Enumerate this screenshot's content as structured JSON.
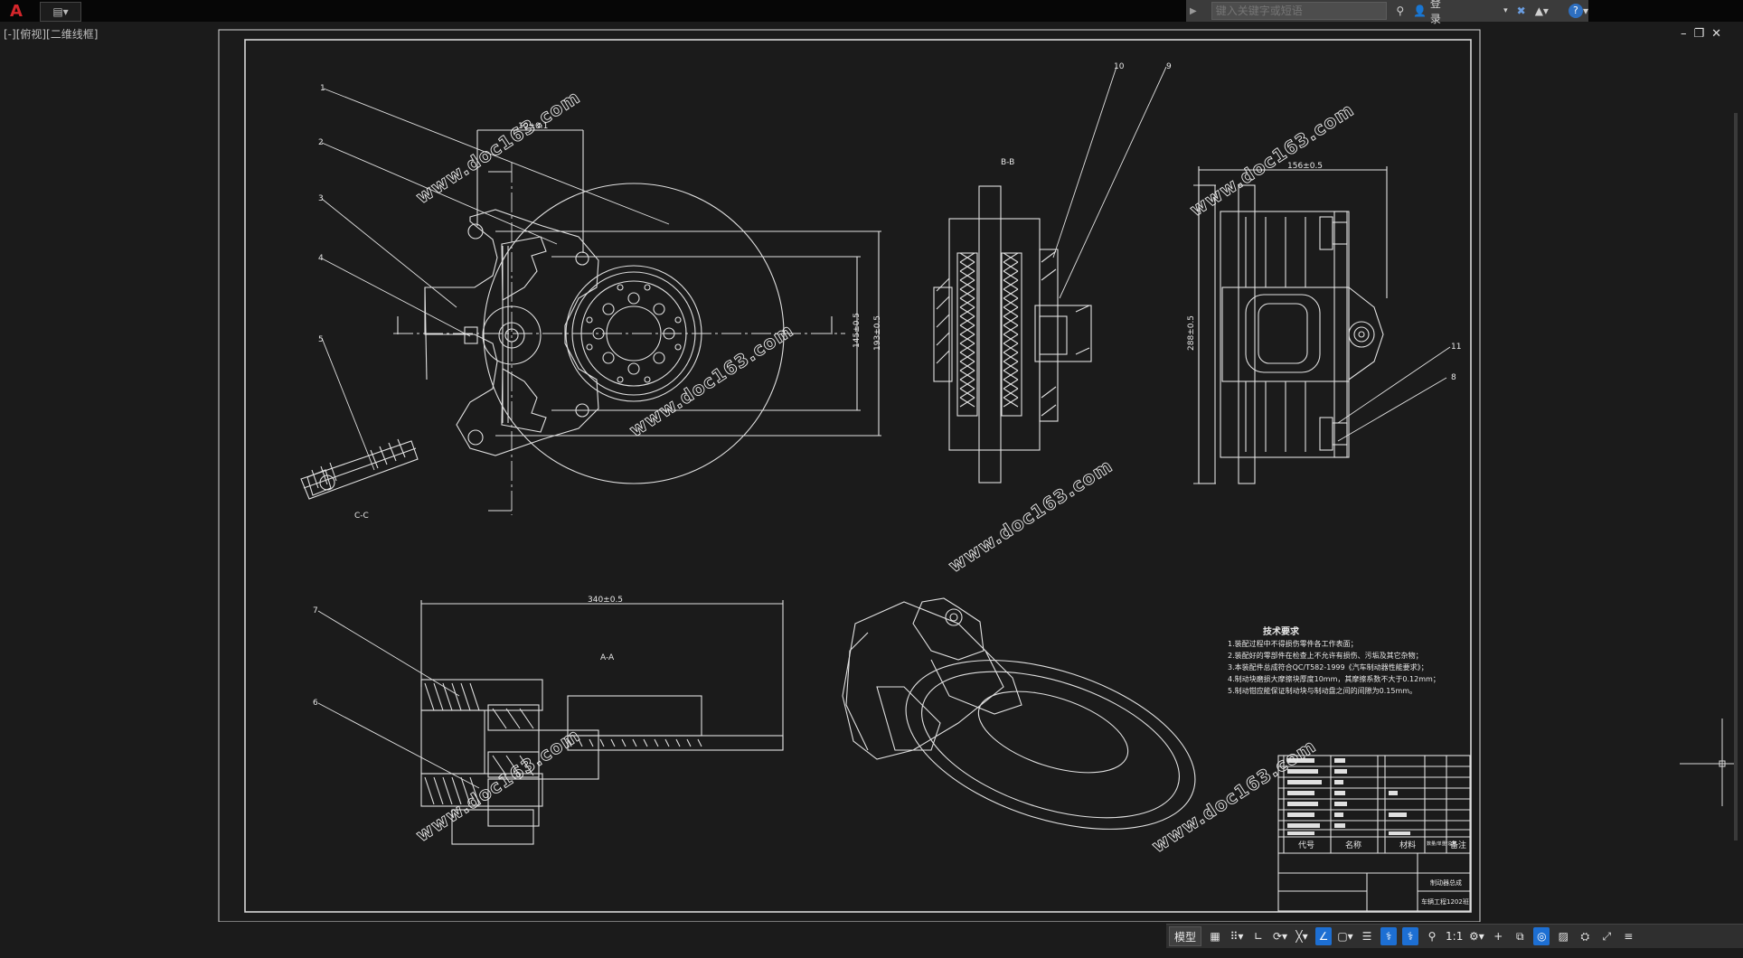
{
  "titlebar": {
    "app_glyph": "A",
    "quick_access_glyph": "▤▾",
    "search_placeholder": "键入关键字或短语",
    "login_label": "登录",
    "help_glyph": "?"
  },
  "viewport": {
    "label": "[-][俯视][二维线框]",
    "win_min": "–",
    "win_restore": "❐",
    "win_close": "✕"
  },
  "drawing": {
    "watermark": "www.doc163.com",
    "view_labels": {
      "bb": "B-B",
      "cc": "C-C",
      "aa": "A-A"
    },
    "dimensions": {
      "d1": "10±0.1",
      "d2": "145±0.5",
      "d3": "193±0.5",
      "d4": "156±0.5",
      "d5": "288±0.5",
      "d6": "340±0.5"
    },
    "balloons": [
      "1",
      "2",
      "3",
      "4",
      "5",
      "6",
      "7",
      "8",
      "9",
      "10",
      "11"
    ],
    "tech_title": "技术要求",
    "tech_notes": [
      "1.装配过程中不得损伤零件各工作表面；",
      "2.装配好的零部件在检查上不允许有损伤、污垢及其它杂物；",
      "3.本装配件总成符合QC/T582-1999《汽车制动器性能要求》；",
      "4.制动块磨损大摩擦块厚度10mm，其摩擦系数不大于0.12mm；",
      "5.制动钳应能保证制动块与制动盘之间的间隙为0.15mm。"
    ],
    "titleblock": {
      "col_code": "代号",
      "col_name": "名称",
      "col_material": "材料",
      "col_note": "备注",
      "col_qty": "数量/单重/总重",
      "drawing_name": "制动器总成",
      "school": "车辆工程1202班"
    }
  },
  "statusbar": {
    "model": "模型",
    "scale": "1:1"
  }
}
